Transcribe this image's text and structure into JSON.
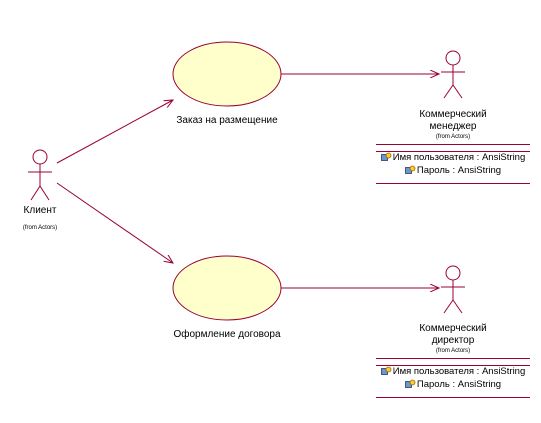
{
  "colors": {
    "line": "#990033",
    "usecase_fill": "#FFFFCC",
    "actor_fill": "#FFFFFF",
    "text": "#000000"
  },
  "use_cases": [
    {
      "label": "Заказ на размещение"
    },
    {
      "label": "Оформление договора"
    }
  ],
  "actors": {
    "client": {
      "name": "Клиент",
      "from": "(from Actors)"
    },
    "manager": {
      "name_line1": "Коммерческий",
      "name_line2": "менеджер",
      "from": "(from Actors)",
      "attributes": [
        "Имя пользователя : AnsiString",
        "Пароль : AnsiString"
      ],
      "attribute_icon": "attribute-key-icon"
    },
    "director": {
      "name_line1": "Коммерческий",
      "name_line2": "директор",
      "from": "(from Actors)",
      "attributes": [
        "Имя пользователя : AnsiString",
        "Пароль : AnsiString"
      ],
      "attribute_icon": "attribute-key-icon"
    }
  }
}
